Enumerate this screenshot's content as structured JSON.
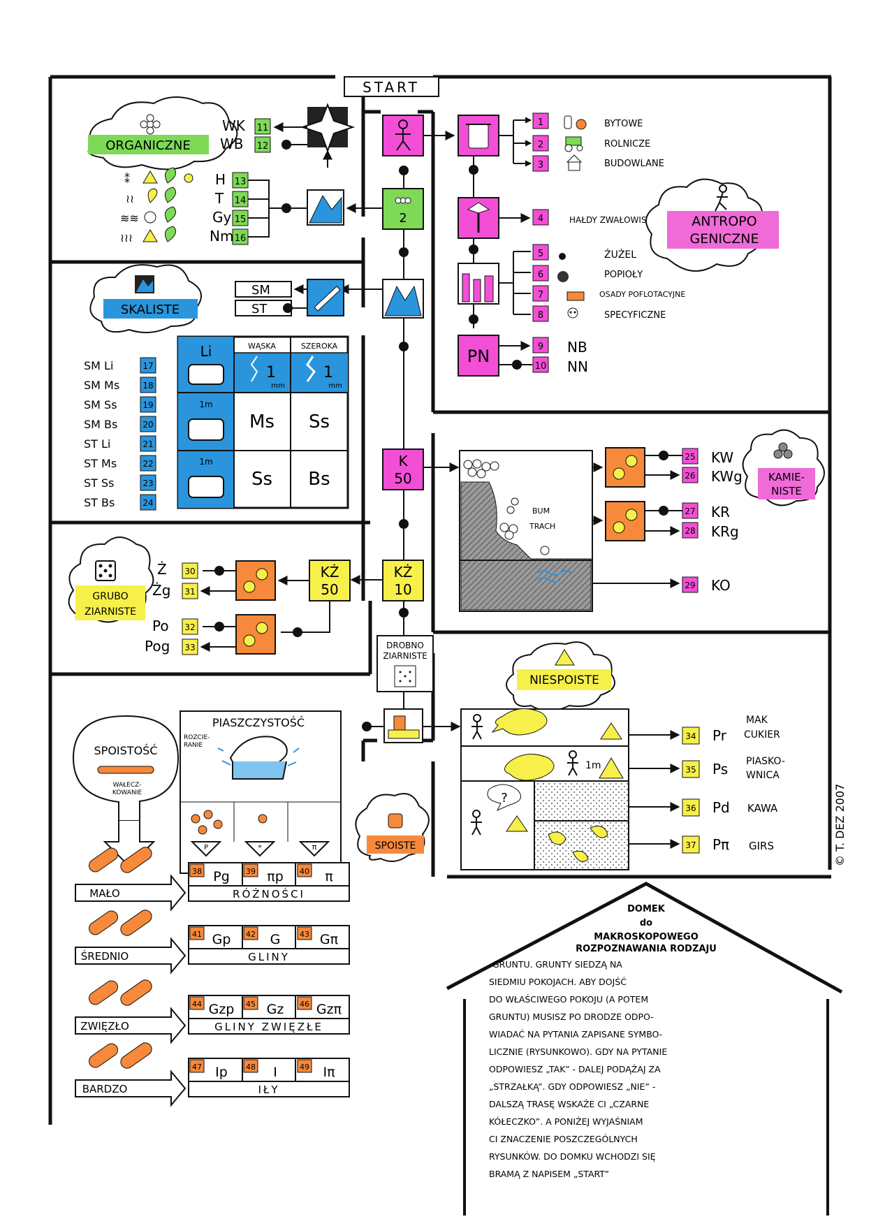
{
  "start": "START",
  "organic": {
    "title": "ORGANICZNE",
    "codes": [
      {
        "sym": "WK",
        "num": "11"
      },
      {
        "sym": "WB",
        "num": "12"
      },
      {
        "sym": "H",
        "num": "13"
      },
      {
        "sym": "T",
        "num": "14"
      },
      {
        "sym": "Gy",
        "num": "15"
      },
      {
        "sym": "Nm",
        "num": "16"
      }
    ]
  },
  "hub": {
    "num2": "2",
    "k50": [
      "K",
      "50"
    ],
    "kz10": [
      "KŻ",
      "10"
    ],
    "kz50": [
      "KŻ",
      "50"
    ],
    "drobno": [
      "DROBNO",
      "ZIARNISTE"
    ]
  },
  "anthropo": {
    "title": [
      "ANTROPO",
      "GENICZNE"
    ],
    "items": [
      {
        "num": "1",
        "label": "BYTOWE"
      },
      {
        "num": "2",
        "label": "ROLNICZE"
      },
      {
        "num": "3",
        "label": "BUDOWLANE"
      },
      {
        "num": "4",
        "label": "HAŁDY ZWAŁOWISKA"
      },
      {
        "num": "5",
        "label": "ŻUŻEL"
      },
      {
        "num": "6",
        "label": "POPIOŁY"
      },
      {
        "num": "7",
        "label": "OSADY POFLOTACYJNE"
      },
      {
        "num": "8",
        "label": "SPECYFICZNE"
      },
      {
        "num": "9",
        "label": "NB"
      },
      {
        "num": "10",
        "label": "NN"
      }
    ],
    "pn": "PN"
  },
  "rocky": {
    "title": "SKALISTE",
    "sm": "SM",
    "st": "ST",
    "header": [
      "Li",
      "WĄSKA",
      "SZEROKA"
    ],
    "mm": "mm",
    "one": "1",
    "onem": "1m",
    "grid": [
      "Ms",
      "Ss",
      "Ss",
      "Bs"
    ],
    "codes": [
      {
        "sym": "SM Li",
        "num": "17"
      },
      {
        "sym": "SM Ms",
        "num": "18"
      },
      {
        "sym": "SM Ss",
        "num": "19"
      },
      {
        "sym": "SM Bs",
        "num": "20"
      },
      {
        "sym": "ST Li",
        "num": "21"
      },
      {
        "sym": "ST Ms",
        "num": "22"
      },
      {
        "sym": "ST Ss",
        "num": "23"
      },
      {
        "sym": "ST Bs",
        "num": "24"
      }
    ]
  },
  "stony": {
    "title": [
      "KAMIE-",
      "NISTE"
    ],
    "codes": [
      {
        "num": "25",
        "sym": "KW"
      },
      {
        "num": "26",
        "sym": "KWg"
      },
      {
        "num": "27",
        "sym": "KR"
      },
      {
        "num": "28",
        "sym": "KRg"
      },
      {
        "num": "29",
        "sym": "KO"
      }
    ],
    "bum": [
      "BUM",
      "TRACH"
    ]
  },
  "coarse": {
    "title": [
      "GRUBO",
      "ZIARNISTE"
    ],
    "codes": [
      {
        "sym": "Ż",
        "num": "30"
      },
      {
        "sym": "Żg",
        "num": "31"
      },
      {
        "sym": "Po",
        "num": "32"
      },
      {
        "sym": "Pog",
        "num": "33"
      }
    ]
  },
  "noncohesive": {
    "title": "NIESPOISTE",
    "codes": [
      {
        "num": "34",
        "sym": "Pr",
        "label": [
          "MAK",
          "CUKIER"
        ]
      },
      {
        "num": "35",
        "sym": "Ps",
        "label": [
          "PIASKO-",
          "WNICA"
        ]
      },
      {
        "num": "36",
        "sym": "Pd",
        "label": [
          "KAWA"
        ]
      },
      {
        "num": "37",
        "sym": "Pπ",
        "label": [
          "GIRS"
        ]
      }
    ],
    "onem": "1m",
    "q": "?"
  },
  "cohesive": {
    "title": "SPOISTE",
    "spoistosc": "SPOISTOŚĆ",
    "walcz": [
      "WAŁECZ-",
      "KOWANIE"
    ],
    "piasz": "PIASZCZYSTOŚĆ",
    "rozcier": [
      "ROZCIE-",
      "RANIE"
    ],
    "tri": [
      "P",
      "*",
      "π"
    ],
    "rows": [
      {
        "level": "MAŁO",
        "group": "RÓŻNOŚCI",
        "cells": [
          {
            "num": "38",
            "sym": "Pg"
          },
          {
            "num": "39",
            "sym": "πp"
          },
          {
            "num": "40",
            "sym": "π"
          }
        ]
      },
      {
        "level": "ŚREDNIO",
        "group": "GLINY",
        "cells": [
          {
            "num": "41",
            "sym": "Gp"
          },
          {
            "num": "42",
            "sym": "G"
          },
          {
            "num": "43",
            "sym": "Gπ"
          }
        ]
      },
      {
        "level": "ZWIĘZŁO",
        "group": "GLINY ZWIĘZŁE",
        "cells": [
          {
            "num": "44",
            "sym": "Gzp"
          },
          {
            "num": "45",
            "sym": "Gz"
          },
          {
            "num": "46",
            "sym": "Gzπ"
          }
        ]
      },
      {
        "level": "BARDZO",
        "group": "IŁY",
        "cells": [
          {
            "num": "47",
            "sym": "Ip"
          },
          {
            "num": "48",
            "sym": "I"
          },
          {
            "num": "49",
            "sym": "Iπ"
          }
        ]
      }
    ]
  },
  "house": {
    "title": [
      "DOMEK",
      "do",
      "MAKROSKOPOWEGO",
      "ROZPOZNAWANIA RODZAJU"
    ],
    "text": [
      "GRUNTU. GRUNTY SIEDZĄ NA",
      "SIEDMIU POKOJACH. ABY DOJŚĆ",
      "DO WŁAŚCIWEGO POKOJU (A POTEM",
      "GRUNTU) MUSISZ PO DRODZE ODPO-",
      "WIADAĆ NA PYTANIA ZAPISANE SYMBO-",
      "LICZNIE (RYSUNKOWO). GDY NA PYTANIE",
      "ODPOWIESZ „TAK” - DALEJ PODĄŻAJ ZA",
      "„STRZAŁKĄ”. GDY ODPOWIESZ „NIE” -",
      "DALSZĄ TRASĘ WSKAŻE CI „CZARNE",
      "KÓŁECZKO”. A PONIŻEJ WYJAŚNIAM",
      "CI ZNACZENIE POSZCZEGÓLNYCH",
      "RYSUNKÓW. DO DOMKU WCHODZI SIĘ",
      "BRAMĄ Z NAPISEM „START”"
    ]
  },
  "copyright": "© T. DEZ 2007",
  "colors": {
    "green": "#7ed957",
    "magenta": "#f24fd6",
    "blue": "#2a95dc",
    "yellow": "#f7f04a",
    "orange": "#f6893a",
    "pink": "#f06ad8"
  }
}
